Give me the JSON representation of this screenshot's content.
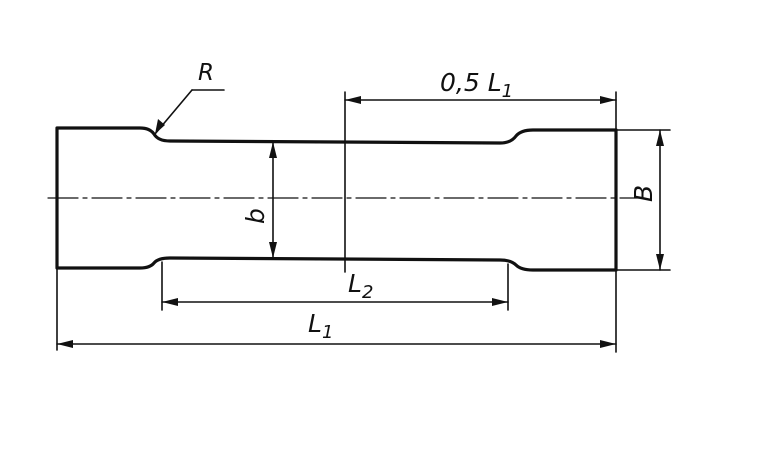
{
  "labels": {
    "radius": "R",
    "half_length_prefix": "0,5 ",
    "half_length_var": "L",
    "half_length_sub": "1",
    "total_width": "B",
    "narrow_width": "b",
    "gauge_length_var": "L",
    "gauge_length_sub": "2",
    "total_length_var": "L",
    "total_length_sub": "1"
  },
  "colors": {
    "ink": "#111111",
    "background": "#ffffff"
  }
}
